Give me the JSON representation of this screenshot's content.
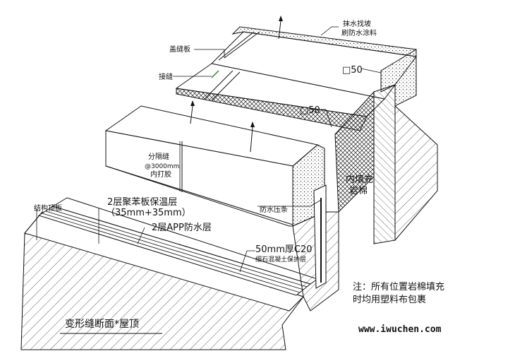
{
  "labels": {
    "waterproof_coating": "抹水找坡",
    "waterproof_coating_2": "刷防水涂料",
    "cover_plate": "盖缝板",
    "joint": "接缝",
    "dim_50_top": "□50",
    "dim_50_mid": "□50",
    "partition_joint": "分隔缝",
    "partition_spacing": "@3000mm",
    "partition_fill": "内打胶",
    "rock_wool_1": "内填充",
    "rock_wool_2": "岩棉",
    "waterproof_strip": "防水压条",
    "insulation_1": "2层聚苯板保温层",
    "insulation_2": "（35mm+35mm）",
    "app_layer": "2层APP防水层",
    "protect_1": "50mm厚C20",
    "protect_2": "细石混凝土保护层",
    "concrete_slab": "结构顶板",
    "note_1": "注：所有位置岩棉填充",
    "note_2": "时均用塑料布包裹"
  },
  "title": "变形缝断面*屋顶",
  "website": "www.iwuchen.com"
}
